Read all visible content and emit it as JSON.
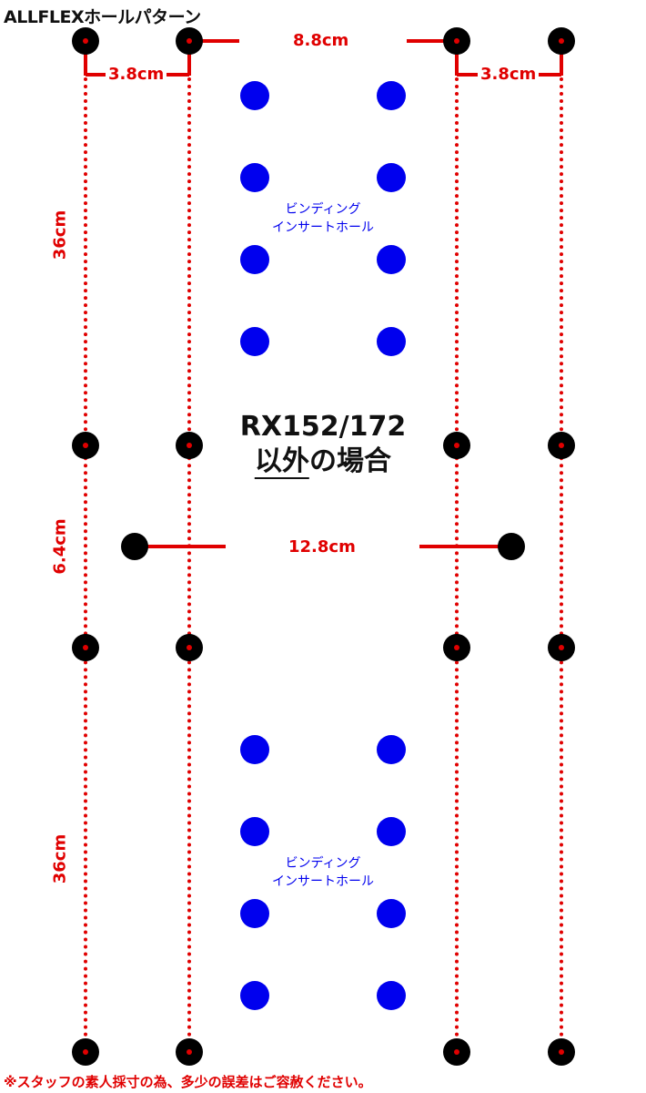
{
  "title": "ALLFLEXホールパターン",
  "dimensions": {
    "top_width": "8.8cm",
    "left_offset": "3.8cm",
    "right_offset": "3.8cm",
    "upper_length": "36cm",
    "middle_gap": "6.4cm",
    "middle_width": "12.8cm",
    "lower_length": "36cm"
  },
  "blue_label_upper": [
    "ビンディング",
    "インサートホール"
  ],
  "blue_label_lower": [
    "ビンディング",
    "インサートホール"
  ],
  "center_label": {
    "line1": "RX152/172",
    "line2_underlined": "以外",
    "line2_rest": "の場合"
  },
  "footnote": "※スタッフの素人採寸の為、多少の誤差はご容赦ください。",
  "colors": {
    "dimension": "#e00000",
    "insert_hole": "#0000ee",
    "mount_hole": "#000000"
  }
}
